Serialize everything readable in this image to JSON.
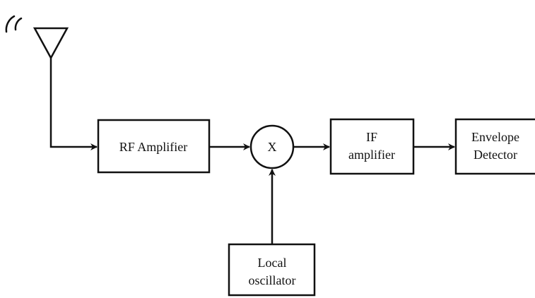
{
  "blocks": {
    "rf_amplifier": {
      "label": "RF Amplifier"
    },
    "mixer": {
      "label": "X"
    },
    "if_amplifier": {
      "line1": "IF",
      "line2": "amplifier"
    },
    "envelope_detector": {
      "line1": "Envelope",
      "line2": "Detector"
    },
    "local_oscillator": {
      "line1": "Local",
      "line2": "oscillator"
    }
  },
  "colors": {
    "stroke": "#111111",
    "background": "#ffffff"
  }
}
